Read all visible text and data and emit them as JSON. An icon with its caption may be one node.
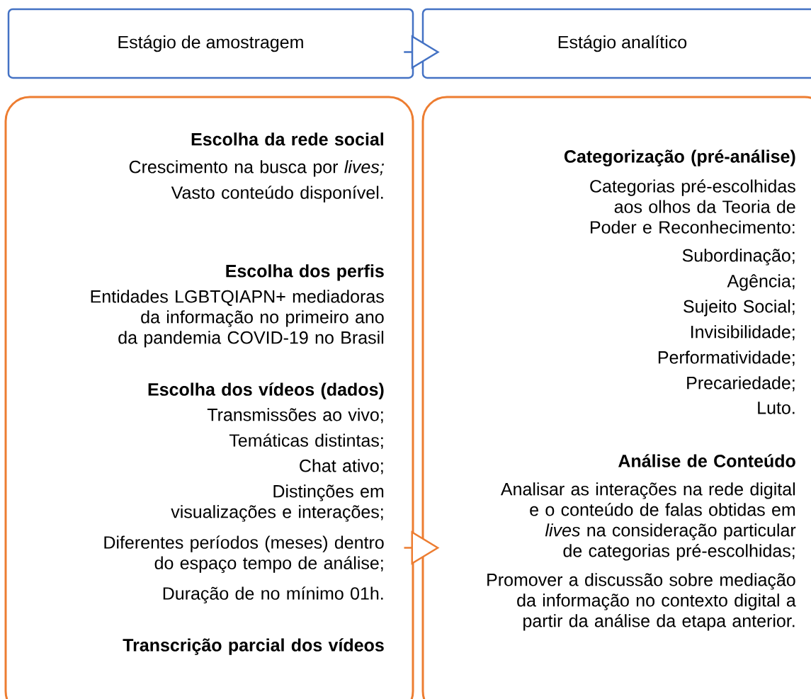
{
  "diagram": {
    "nodes": [
      {
        "text": [
          "Estágio de amostragem"
        ]
      },
      {
        "text": [
          "Estágio analítico"
        ]
      },
      {
        "text": [
          "Escolha da rede social",
          "Crescimento na busca por *lives;*",
          "Vasto conteúdo disponível.",
          "Escolha dos perfis",
          "Entidades LGBTQIAPN+ mediadoras da informação no primeiro ano da pandemia COVID-19 no Brasil",
          "Escolha dos vídeos (dados)",
          "Transmissões ao vivo;",
          "Temáticas distintas;",
          "Chat ativo;",
          "Distinções em visualizações e interações;",
          "Diferentes períodos (meses) dentro do espaço tempo de análise;",
          "Duração de no mínimo 01h.",
          "Transcrição parcial dos vídeos"
        ]
      },
      {
        "text": [
          "Categorização (pré-análise)",
          "Categorias pré-escolhidas aos olhos da Teoria de Poder e Reconhecimento:",
          "Subordinação;",
          "Agência;",
          "Sujeito Social;",
          "Invisibilidade;",
          "Performatividade;",
          "Precariedade;",
          "Luto.",
          "Análise de Conteúdo",
          "Analisar as interações na rede digital e o conteúdo de falas obtidas em *lives* na consideração particular de categorias pré-escolhidas;",
          "Promover a discussão sobre mediação da informação no contexto digital a partir da análise da etapa anterior."
        ]
      }
    ],
    "edges": [
      {
        "from": 0,
        "to": 1,
        "arrow": "to",
        "color": "#4472c4"
      },
      {
        "from": 2,
        "to": 3,
        "arrow": "to",
        "color": "#ed7d31"
      }
    ]
  }
}
